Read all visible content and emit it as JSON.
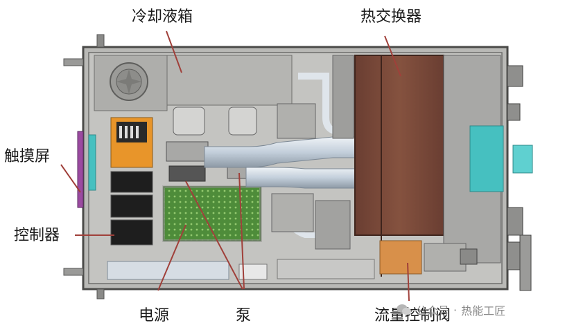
{
  "labels": {
    "cooling_tank": "冷却液箱",
    "heat_exchanger": "热交换器",
    "touch_screen": "触摸屏",
    "controller": "控制器",
    "power_supply": "电源",
    "pump": "泵",
    "flow_control_valve": "流量控制阀"
  },
  "watermark": {
    "prefix": "公众号",
    "separator": "·",
    "name": "热能工匠"
  },
  "colors": {
    "housing": "#b9b9b6",
    "housing_dark": "#6e6e6c",
    "heat_exchanger": "#7a4a3c",
    "controller_orange": "#e8952a",
    "pcb_green": "#4e8c3a",
    "pipe": "#c7d3df",
    "teal": "#46c0c0",
    "touch_screen": "#9b4aa0",
    "valve_orange": "#d8904a"
  }
}
